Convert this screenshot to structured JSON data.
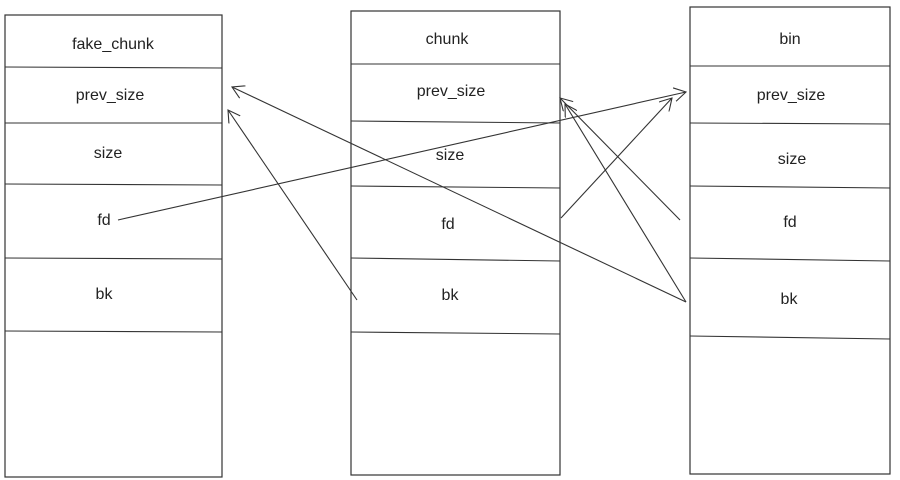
{
  "fake_chunk": {
    "fields": [
      "fake_chunk",
      "prev_size",
      "size",
      "fd",
      "bk"
    ]
  },
  "chunk": {
    "fields": [
      "chunk",
      "prev_size",
      "size",
      "fd",
      "bk"
    ]
  },
  "bin": {
    "fields": [
      "bin",
      "prev_size",
      "size",
      "fd",
      "bk"
    ]
  },
  "colors": {
    "stroke": "#333333",
    "text": "#222222",
    "background": "#ffffff"
  }
}
